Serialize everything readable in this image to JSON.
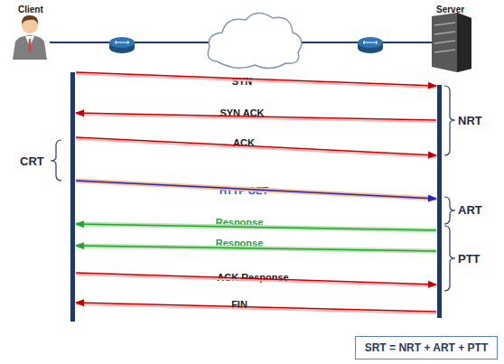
{
  "diagram": {
    "nodes": [
      {
        "text": [
          "Client"
        ]
      },
      {
        "text": [
          "Server"
        ]
      },
      {
        "text": [
          "SRT = NRT + ART + PTT"
        ]
      }
    ],
    "edges": [
      {
        "from": 0,
        "to": 1,
        "arrow": "to",
        "label": "SYN"
      },
      {
        "from": 1,
        "to": 0,
        "arrow": "to",
        "label": "SYN ACK"
      },
      {
        "from": 0,
        "to": 1,
        "arrow": "to",
        "label": "ACK"
      },
      {
        "from": 0,
        "to": 1,
        "arrow": "to",
        "label": "HTTP GET"
      },
      {
        "from": 1,
        "to": 0,
        "arrow": "to",
        "label": "Response"
      },
      {
        "from": 1,
        "to": 0,
        "arrow": "to",
        "label": "Response"
      },
      {
        "from": 0,
        "to": 1,
        "arrow": "to",
        "label": "ACK Response"
      },
      {
        "from": 1,
        "to": 0,
        "arrow": "to",
        "label": "FIN"
      }
    ],
    "labels": [
      "NRT",
      "CRT",
      "ART",
      "PTT"
    ]
  }
}
